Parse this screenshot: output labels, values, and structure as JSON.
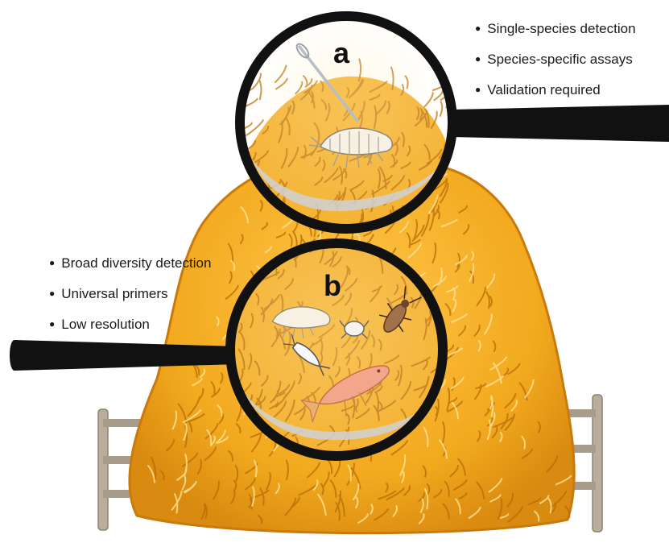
{
  "panels": [
    {
      "letter": "a",
      "bullets": [
        "Single-species detection",
        "Species-specific assays",
        "Validation required"
      ]
    },
    {
      "letter": "b",
      "bullets": [
        "Broad diversity detection",
        "Universal primers",
        "Low resolution"
      ]
    }
  ],
  "colors": {
    "hay": "#f2a91e",
    "hay_dark": "#c97a0a",
    "hay_light": "#ffd77a",
    "lens_rim": "#111111",
    "fence": "#b9ad9c"
  },
  "icons": [
    "haystack",
    "fence",
    "magnifying-glass",
    "needle",
    "amphipod",
    "beetle",
    "crab",
    "shrimp",
    "fish"
  ]
}
